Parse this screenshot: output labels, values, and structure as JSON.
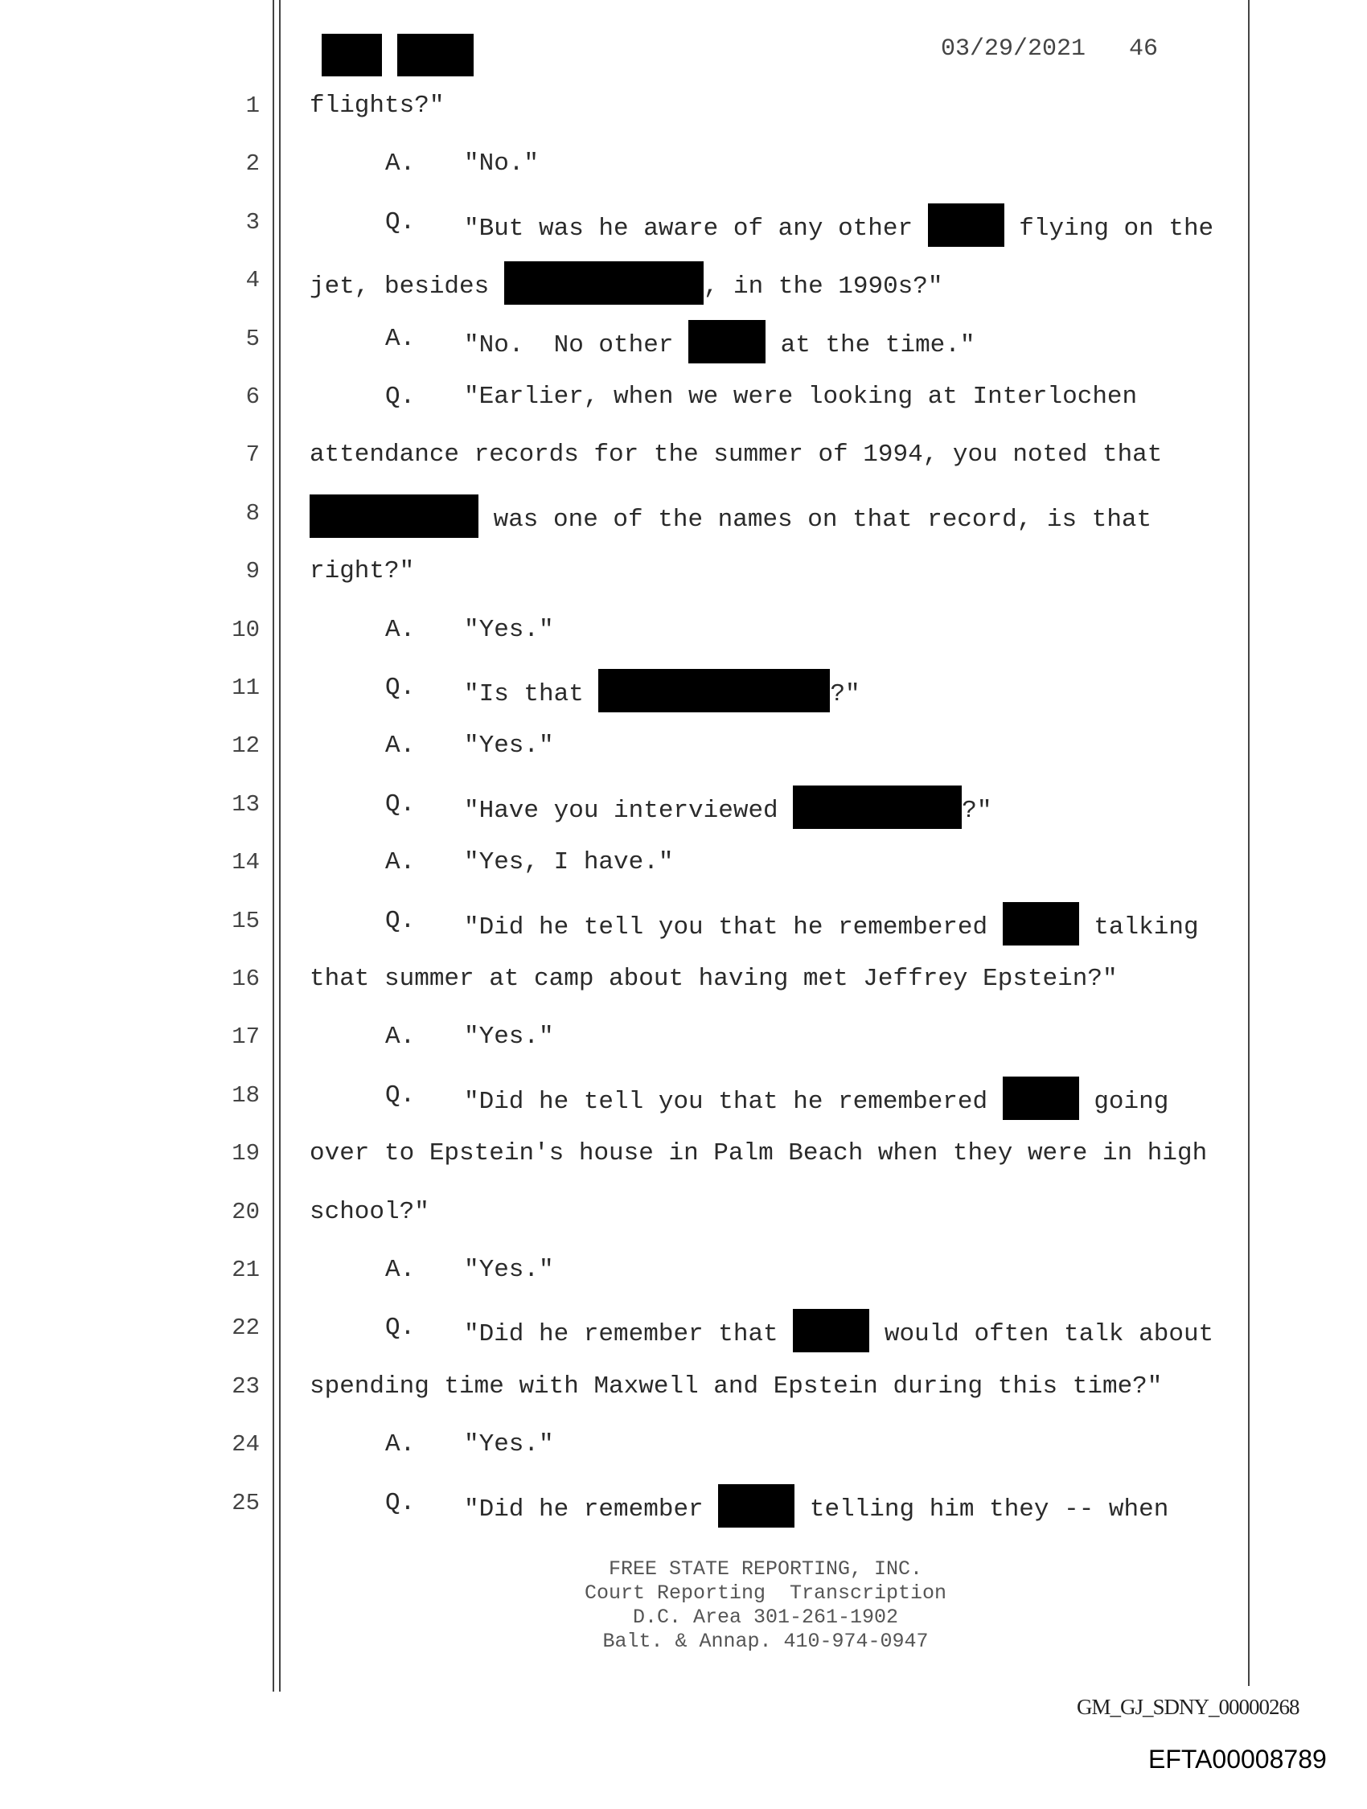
{
  "header": {
    "date": "03/29/2021",
    "page_number": "46"
  },
  "lines": [
    {
      "n": "1",
      "kind": "cont",
      "segments": [
        "flights?\""
      ]
    },
    {
      "n": "2",
      "kind": "A",
      "label": "A.",
      "segments": [
        "\"No.\""
      ]
    },
    {
      "n": "3",
      "kind": "Q",
      "label": "Q.",
      "segments": [
        "\"But was he aware of any other ",
        {
          "redacted": true
        },
        " flying on the"
      ]
    },
    {
      "n": "4",
      "kind": "cont",
      "segments": [
        "jet, besides ",
        {
          "redacted": true
        },
        ", in the 1990s?\""
      ]
    },
    {
      "n": "5",
      "kind": "A",
      "label": "A.",
      "segments": [
        "\"No.  No other ",
        {
          "redacted": true
        },
        " at the time.\""
      ]
    },
    {
      "n": "6",
      "kind": "Q",
      "label": "Q.",
      "segments": [
        "\"Earlier, when we were looking at Interlochen"
      ]
    },
    {
      "n": "7",
      "kind": "cont",
      "segments": [
        "attendance records for the summer of 1994, you noted that"
      ]
    },
    {
      "n": "8",
      "kind": "cont",
      "segments": [
        {
          "redacted": true
        },
        " was one of the names on that record, is that"
      ]
    },
    {
      "n": "9",
      "kind": "cont",
      "segments": [
        "right?\""
      ]
    },
    {
      "n": "10",
      "kind": "A",
      "label": "A.",
      "segments": [
        "\"Yes.\""
      ]
    },
    {
      "n": "11",
      "kind": "Q",
      "label": "Q.",
      "segments": [
        "\"Is that ",
        {
          "redacted": true
        },
        "?\""
      ]
    },
    {
      "n": "12",
      "kind": "A",
      "label": "A.",
      "segments": [
        "\"Yes.\""
      ]
    },
    {
      "n": "13",
      "kind": "Q",
      "label": "Q.",
      "segments": [
        "\"Have you interviewed ",
        {
          "redacted": true
        },
        "?\""
      ]
    },
    {
      "n": "14",
      "kind": "A",
      "label": "A.",
      "segments": [
        "\"Yes, I have.\""
      ]
    },
    {
      "n": "15",
      "kind": "Q",
      "label": "Q.",
      "segments": [
        "\"Did he tell you that he remembered ",
        {
          "redacted": true
        },
        " talking"
      ]
    },
    {
      "n": "16",
      "kind": "cont",
      "segments": [
        "that summer at camp about having met Jeffrey Epstein?\""
      ]
    },
    {
      "n": "17",
      "kind": "A",
      "label": "A.",
      "segments": [
        "\"Yes.\""
      ]
    },
    {
      "n": "18",
      "kind": "Q",
      "label": "Q.",
      "segments": [
        "\"Did he tell you that he remembered ",
        {
          "redacted": true
        },
        " going"
      ]
    },
    {
      "n": "19",
      "kind": "cont",
      "segments": [
        "over to Epstein's house in Palm Beach when they were in high"
      ]
    },
    {
      "n": "20",
      "kind": "cont",
      "segments": [
        "school?\""
      ]
    },
    {
      "n": "21",
      "kind": "A",
      "label": "A.",
      "segments": [
        "\"Yes.\""
      ]
    },
    {
      "n": "22",
      "kind": "Q",
      "label": "Q.",
      "segments": [
        "\"Did he remember that ",
        {
          "redacted": true
        },
        " would often talk about"
      ]
    },
    {
      "n": "23",
      "kind": "cont",
      "segments": [
        "spending time with Maxwell and Epstein during this time?\""
      ]
    },
    {
      "n": "24",
      "kind": "A",
      "label": "A.",
      "segments": [
        "\"Yes.\""
      ]
    },
    {
      "n": "25",
      "kind": "Q",
      "label": "Q.",
      "segments": [
        "\"Did he remember ",
        {
          "redacted": true
        },
        " telling him they -- when"
      ]
    }
  ],
  "footer": {
    "line1": "FREE STATE REPORTING, INC.",
    "line2": "Court Reporting  Transcription",
    "line3": "D.C. Area 301-261-1902",
    "line4": "Balt. & Annap. 410-974-0947"
  },
  "bates_number": "GM_GJ_SDNY_00000268",
  "efta_number": "EFTA00008789"
}
